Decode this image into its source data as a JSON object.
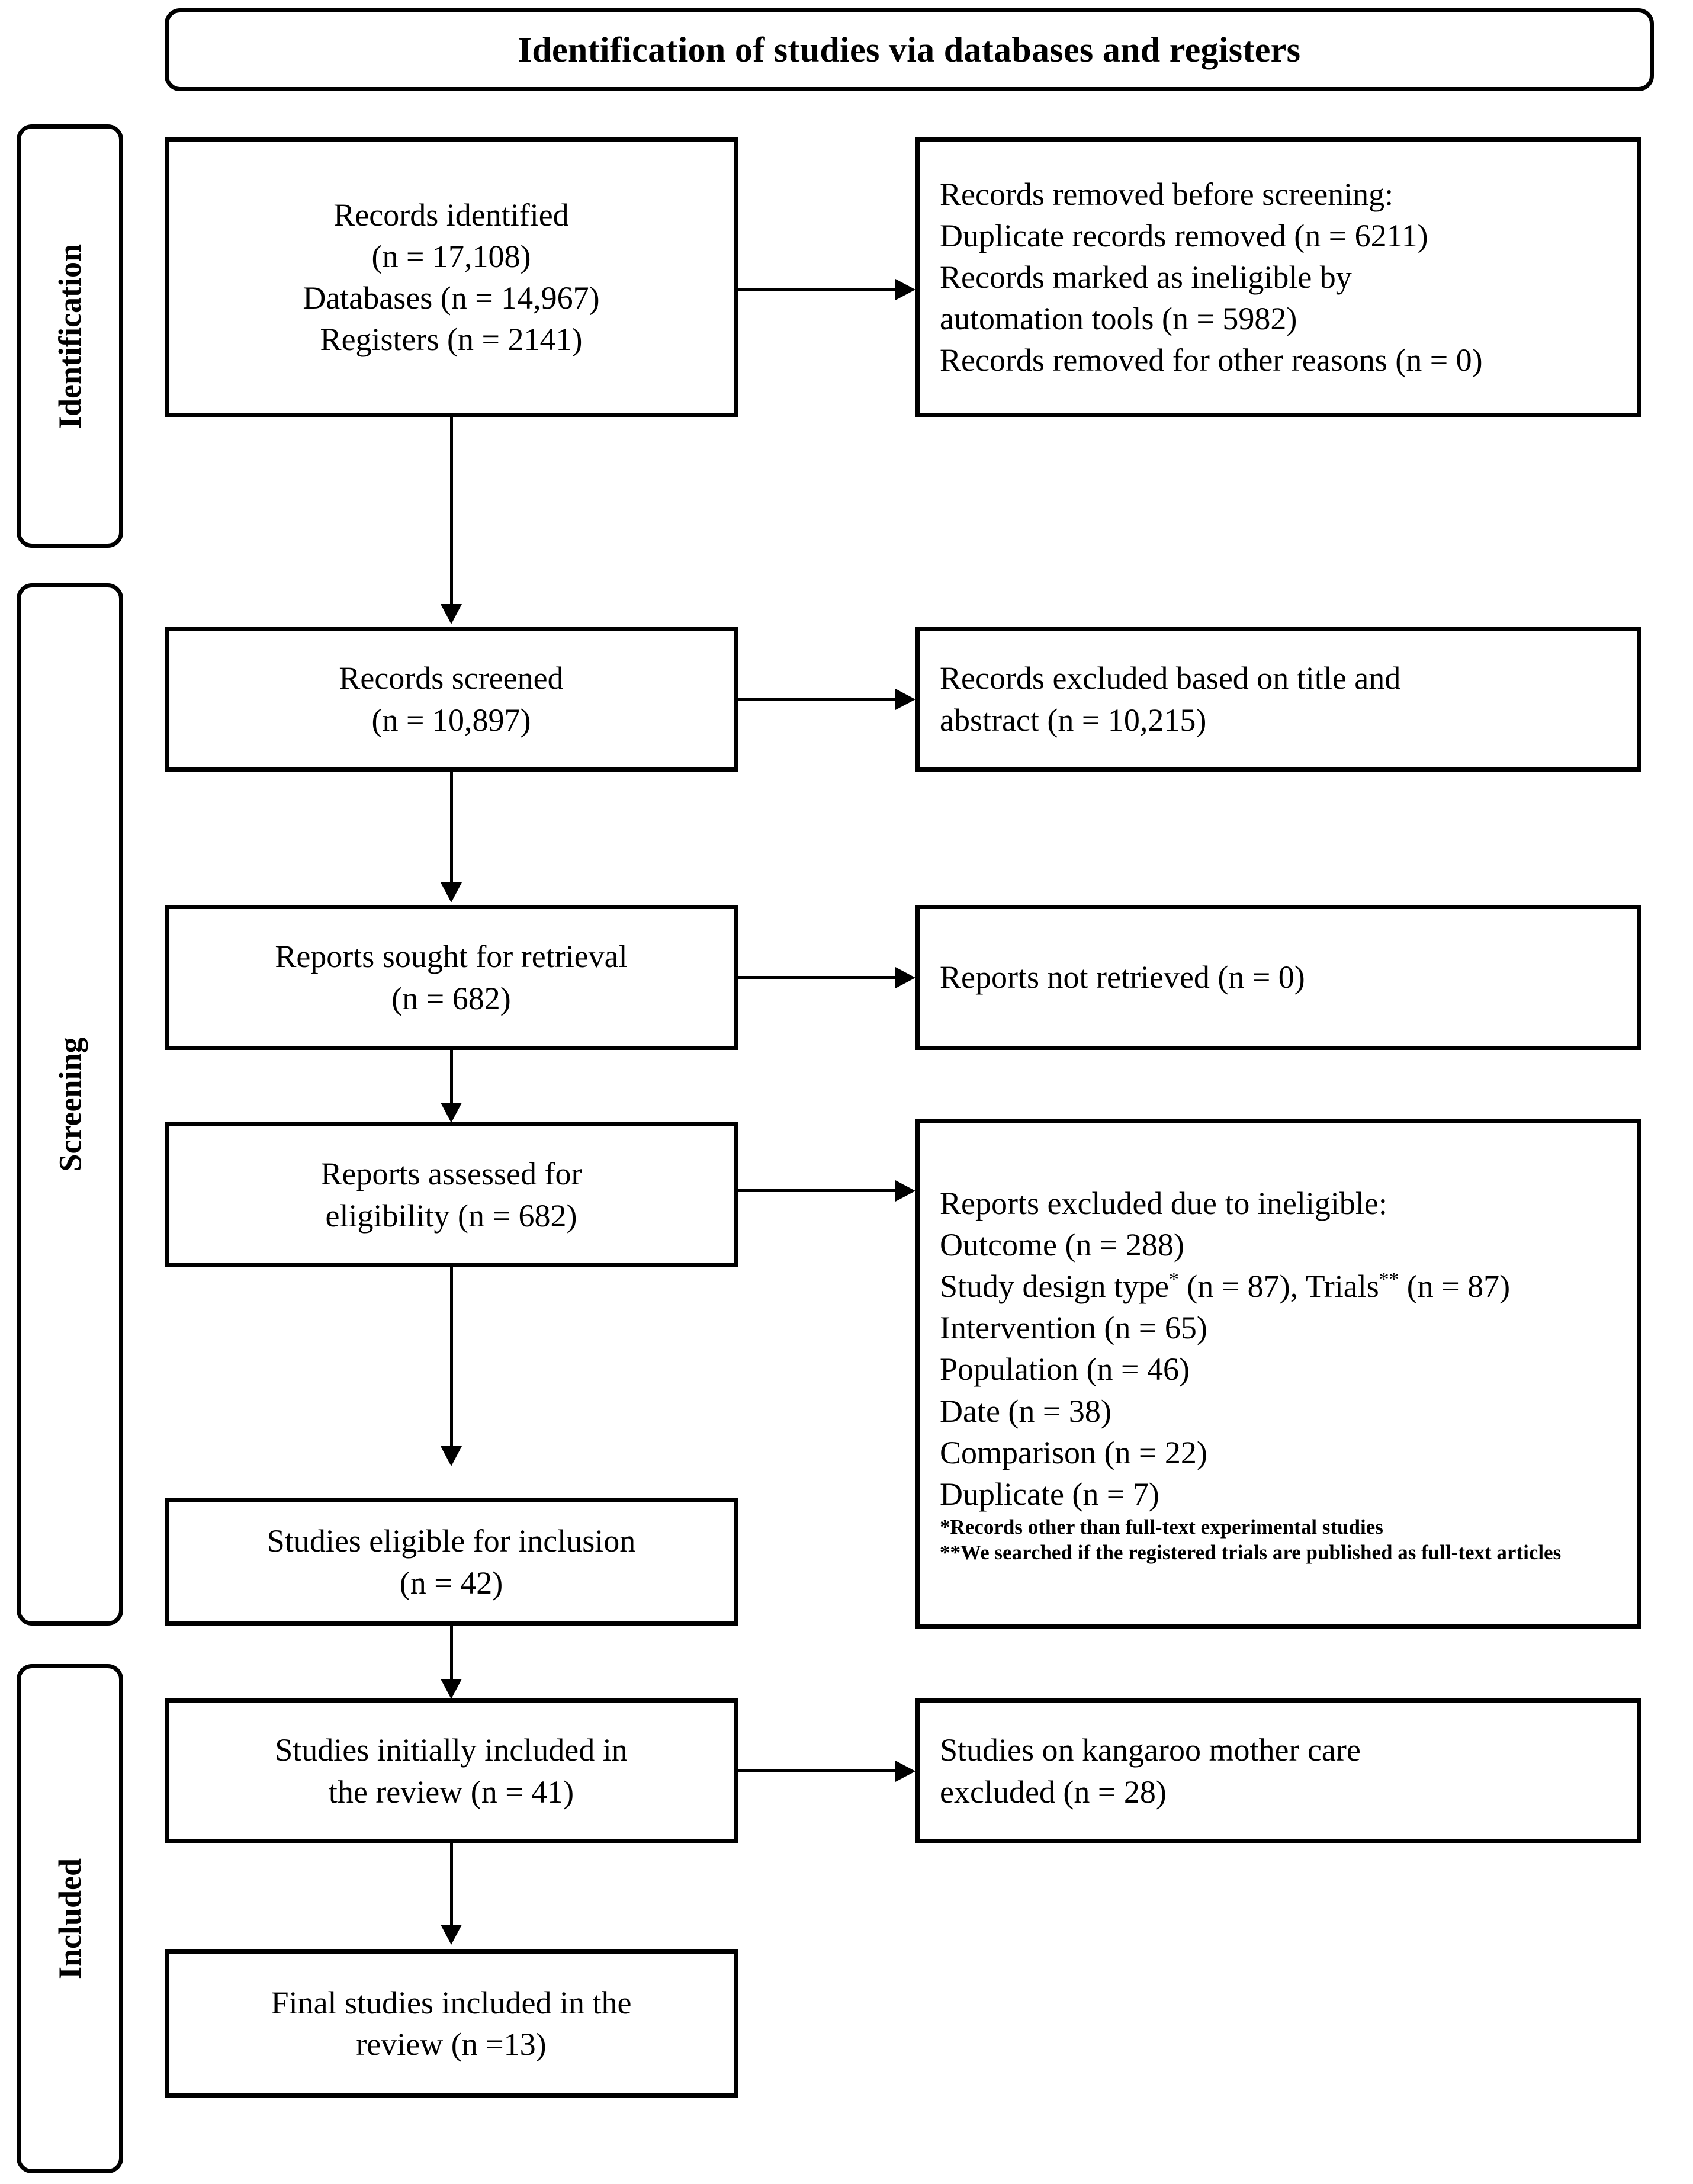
{
  "title": {
    "text": "Identification of studies via databases and registers"
  },
  "stage_labels": [
    {
      "id": "identification",
      "label": "Identification"
    },
    {
      "id": "screening",
      "label": "Screening"
    },
    {
      "id": "included",
      "label": "Included"
    }
  ],
  "boxes": {
    "records_identified": {
      "lines": [
        "Records identified",
        "(n = 17,108)",
        "Databases (n = 14,967)",
        "Registers (n = 2141)"
      ]
    },
    "records_removed": {
      "lines": [
        "Records removed before screening:",
        "Duplicate records removed (n = 6211)",
        "Records marked as ineligible by",
        "automation tools (n = 5982)",
        "Records removed for other reasons (n = 0)"
      ]
    },
    "records_screened": {
      "lines": [
        "Records screened",
        "(n = 10,897)"
      ]
    },
    "records_excluded": {
      "lines": [
        "Records excluded based on title and",
        "abstract (n = 10,215)"
      ]
    },
    "reports_sought": {
      "lines": [
        "Reports sought for retrieval",
        "(n = 682)"
      ]
    },
    "reports_not_retrieved": {
      "lines": [
        "Reports not retrieved (n = 0)"
      ]
    },
    "reports_assessed": {
      "lines": [
        "Reports assessed for",
        "eligibility (n = 682)"
      ]
    },
    "reports_excluded": {
      "heading": "Reports excluded due to ineligible:",
      "reasons": [
        "Outcome (n = 288)",
        "Intervention (n = 65)",
        "Population (n = 46)",
        "Date (n = 38)",
        "Comparison (n = 22)",
        "Duplicate (n = 7)"
      ],
      "study_design_line": {
        "part1": "Study design type",
        "marker1": "*",
        "part2": " (n = 87), Trials",
        "marker2": "**",
        "part3": " (n = 87)"
      },
      "footnotes": [
        "*Records other than full-text experimental studies",
        "**We searched if the registered trials are published as full-text articles"
      ]
    },
    "studies_eligible": {
      "lines": [
        "Studies eligible for inclusion",
        "(n = 42)"
      ]
    },
    "studies_initially_included": {
      "lines": [
        "Studies initially included in",
        "the review (n = 41)"
      ]
    },
    "kangaroo_excluded": {
      "lines": [
        "Studies on kangaroo mother care",
        "excluded (n = 28)"
      ]
    },
    "final_studies": {
      "lines": [
        "Final studies included in the",
        "review (n =13)"
      ]
    }
  },
  "colors": {
    "stroke": "#000000",
    "background": "#ffffff"
  }
}
